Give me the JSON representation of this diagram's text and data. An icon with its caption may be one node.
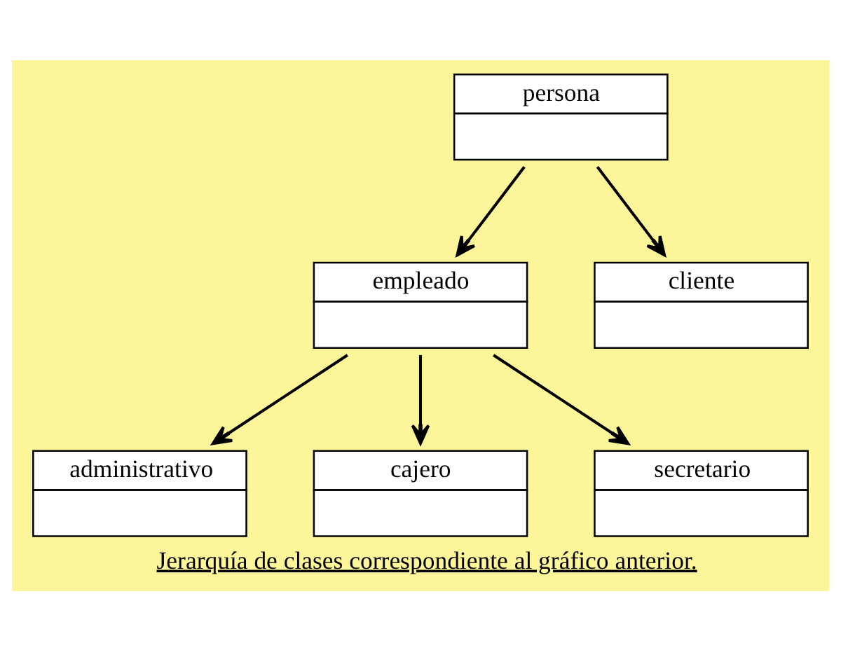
{
  "diagram": {
    "caption": "Jerarquía de clases correspondiente al gráfico anterior.",
    "nodes": [
      {
        "text": [
          "persona"
        ]
      },
      {
        "text": [
          "empleado"
        ]
      },
      {
        "text": [
          "cliente"
        ]
      },
      {
        "text": [
          "administrativo"
        ]
      },
      {
        "text": [
          "cajero"
        ]
      },
      {
        "text": [
          "secretario"
        ]
      }
    ],
    "edges": [
      {
        "from": 0,
        "to": 1,
        "arrow": "to"
      },
      {
        "from": 0,
        "to": 2,
        "arrow": "to"
      },
      {
        "from": 1,
        "to": 3,
        "arrow": "to"
      },
      {
        "from": 1,
        "to": 4,
        "arrow": "to"
      },
      {
        "from": 1,
        "to": 5,
        "arrow": "to"
      }
    ]
  }
}
